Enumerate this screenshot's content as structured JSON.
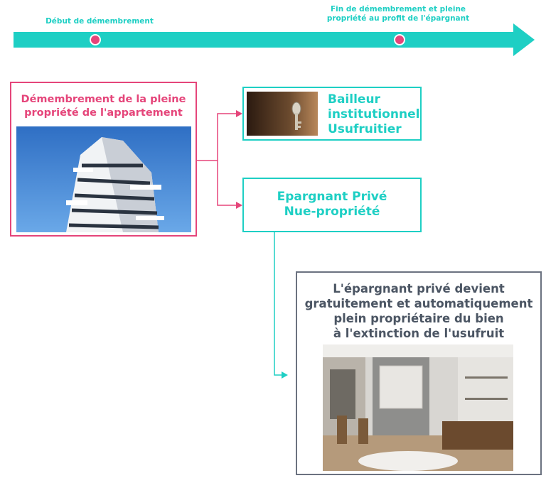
{
  "timeline": {
    "start_label": "Début de démembrement",
    "end_label_line1": "Fin de démembrement et pleine",
    "end_label_line2": "propriété au profit de l'épargnant"
  },
  "dismemberment": {
    "title_line1": "Démembrement de la pleine",
    "title_line2": "propriété de l'appartement"
  },
  "landlord": {
    "line1": "Bailleur",
    "line2": "institutionnel",
    "line3": "Usufruitier"
  },
  "saver": {
    "line1": "Epargnant Privé",
    "line2": "Nue-propriété"
  },
  "outcome": {
    "line1": "L'épargnant privé devient",
    "line2": "gratuitement et automatiquement",
    "line3": "plein propriétaire du bien",
    "line4": "à l'extinction de l'usufruit"
  },
  "colors": {
    "teal": "#1ecfc4",
    "pink": "#e5457a",
    "gray": "#6b7280"
  }
}
